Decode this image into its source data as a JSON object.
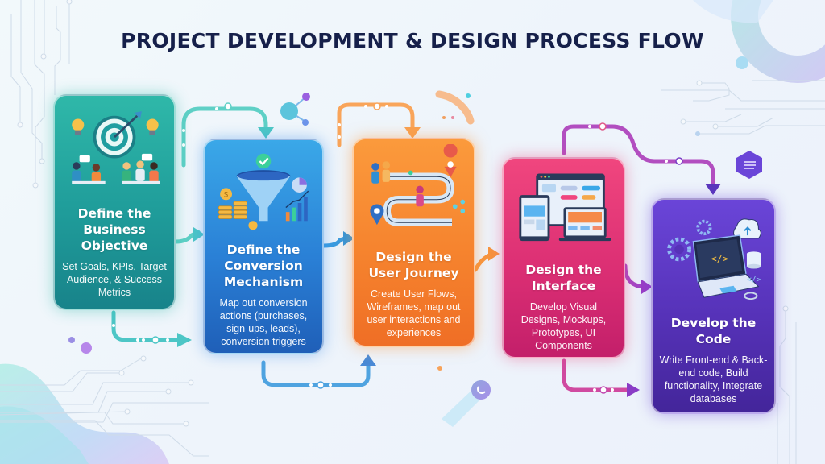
{
  "title": "PROJECT DEVELOPMENT & DESIGN PROCESS FLOW",
  "colors": {
    "title": "#16204a",
    "step1": "#1f9c9a",
    "step2": "#2a80d6",
    "step3": "#f5812d",
    "step4": "#dc2f74",
    "step5": "#5632b8"
  },
  "steps": [
    {
      "title": "Define the Business Objective",
      "description": "Set Goals, KPIs, Target Audience, & Success Metrics",
      "icon": "target-team-icon"
    },
    {
      "title": "Define the Conversion Mechanism",
      "description": "Map out conversion actions (purchases, sign-ups, leads), conversion triggers",
      "icon": "funnel-coins-icon"
    },
    {
      "title": "Design the User Journey",
      "description": "Create User Flows, Wireframes, map out user interactions and experiences",
      "icon": "journey-path-icon"
    },
    {
      "title": "Design the Interface",
      "description": "Develop Visual Designs, Mockups, Prototypes, UI Components",
      "icon": "devices-mockup-icon"
    },
    {
      "title": "Develop the Code",
      "description": "Write Front-end & Back-end code, Build functionality, Integrate databases",
      "icon": "laptop-code-icon"
    }
  ]
}
